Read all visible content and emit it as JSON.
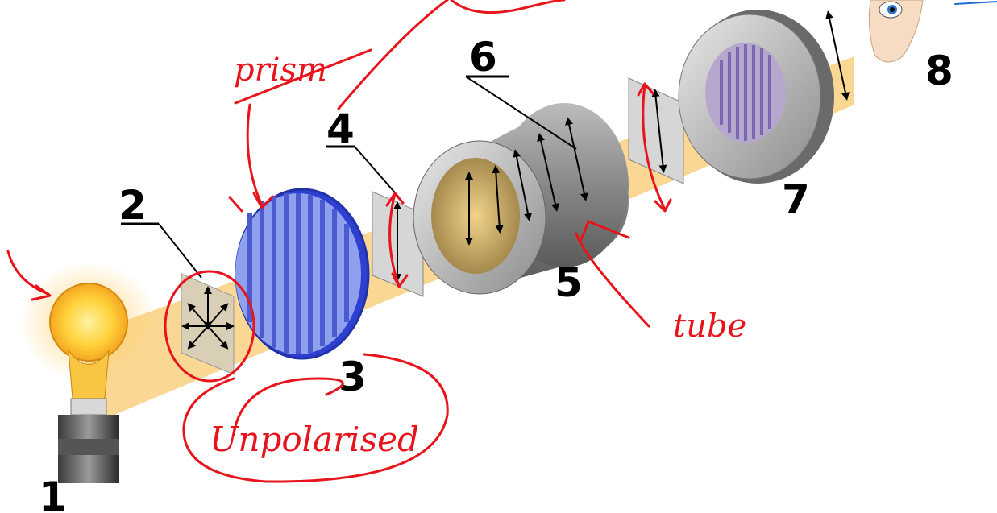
{
  "diagram": {
    "component_labels": [
      "1",
      "2",
      "3",
      "4",
      "5",
      "6",
      "7",
      "8"
    ],
    "components": [
      {
        "id": "1",
        "icon": "light-bulb"
      },
      {
        "id": "2",
        "icon": "unpolarised-light-filter"
      },
      {
        "id": "3",
        "icon": "polarizer-disk"
      },
      {
        "id": "4",
        "icon": "quarter-plate"
      },
      {
        "id": "5",
        "icon": "sample-tube"
      },
      {
        "id": "6",
        "icon": "rotated-polarization-arrows"
      },
      {
        "id": "7",
        "icon": "analyzer-disk"
      },
      {
        "id": "8",
        "icon": "observer-eye"
      }
    ],
    "handwritten_notes": {
      "prism": "prism",
      "unpolarised": "Unpolarised",
      "tube_note": "tube"
    },
    "colors": {
      "beam": "#f5b83a",
      "annotation_red": "#e8141b",
      "annotation_blue": "#1f6fd1",
      "polarizer_blue": "#3b4bd6",
      "tube_gray": "#8a8a8a"
    }
  }
}
